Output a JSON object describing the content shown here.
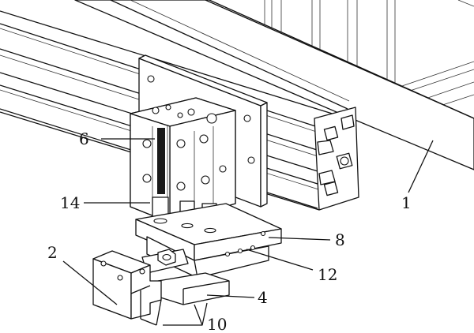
{
  "figure": {
    "labels": [
      {
        "id": "1",
        "text": "1"
      },
      {
        "id": "2",
        "text": "2"
      },
      {
        "id": "4",
        "text": "4"
      },
      {
        "id": "6",
        "text": "6"
      },
      {
        "id": "8",
        "text": "8"
      },
      {
        "id": "10",
        "text": "10"
      },
      {
        "id": "12",
        "text": "12"
      },
      {
        "id": "14",
        "text": "14"
      }
    ]
  }
}
